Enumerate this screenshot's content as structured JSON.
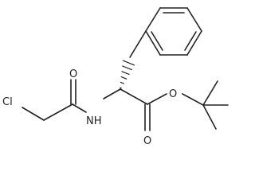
{
  "structure": {
    "atoms": {
      "chlorine": "Cl",
      "amide_nitrogen": "NH",
      "amide_oxygen": "O",
      "ester_oxygen_carbonyl": "O",
      "ester_oxygen_ether": "O"
    },
    "colors": {
      "bond": "#222222",
      "label": "#222222",
      "background": "#ffffff"
    }
  }
}
